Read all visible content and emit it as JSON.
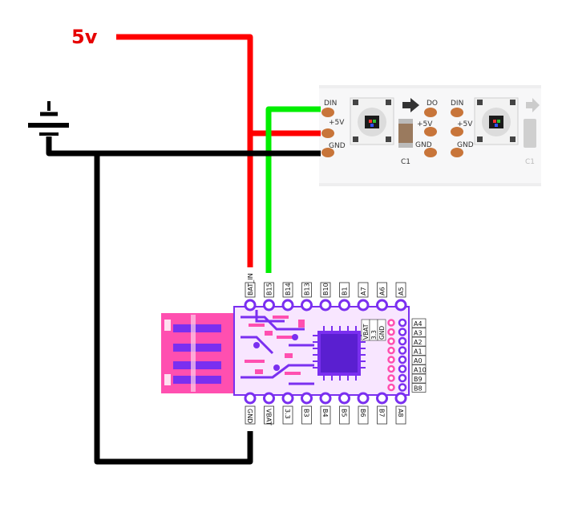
{
  "supply_label": "5v",
  "strip": {
    "led1_labels": {
      "din": "DIN",
      "plus5v": "+5V",
      "gnd": "GND"
    },
    "led2_labels": {
      "do": "DO",
      "din": "DIN",
      "plus5v_left": "+5V",
      "plus5v_right": "+5V",
      "gnd_left": "GND",
      "gnd_right": "GND"
    },
    "capacitor_label": "C1",
    "capacitor_label_right": "C1"
  },
  "board": {
    "top_pins": [
      "BAT_IN",
      "B15",
      "B14",
      "B13",
      "B10",
      "B1",
      "A7",
      "A6",
      "A5"
    ],
    "right_pins": [
      "A4",
      "A3",
      "A2",
      "A1",
      "A0",
      "A10",
      "B9",
      "B8"
    ],
    "bottom_pins": [
      "GND",
      "VBAT",
      "3.3",
      "B3",
      "B4",
      "B5",
      "B6",
      "B7",
      "A8"
    ],
    "inner_labels": [
      "VBAT",
      "3.3",
      "GND"
    ]
  },
  "colors": {
    "wire_5v": "#ff0000",
    "wire_gnd": "#000000",
    "wire_data": "#00ee00",
    "label_red": "#e60000",
    "board_pink": "#ff4fb0",
    "board_purple": "#7a2ff0",
    "pad_copper": "#c8753a"
  }
}
